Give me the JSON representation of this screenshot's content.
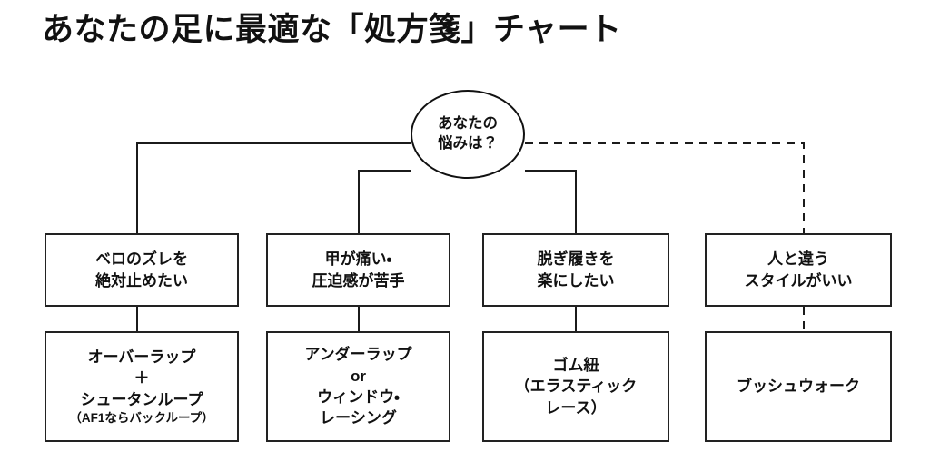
{
  "title": "あなたの足に最適な「処方箋」チャート",
  "theme": {
    "background": "#ffffff",
    "line_color": "#222222",
    "text_color": "#111111"
  },
  "chart_data": {
    "type": "diagram",
    "diagram_type": "decision-flowchart",
    "title": "あなたの足に最適な「処方箋」チャート",
    "orientation": "top-down",
    "root": {
      "shape": "circle",
      "lines": [
        "あなたの",
        "悩みは？"
      ]
    },
    "branches": [
      {
        "id": "branch-1",
        "connector_style": "solid",
        "problem": {
          "lines": [
            "ベロのズレを",
            "絶対止めたい"
          ]
        },
        "solution": {
          "lines": [
            "オーバーラップ",
            "＋",
            "シュータンループ"
          ],
          "note": "（AF1ならバックループ）"
        }
      },
      {
        "id": "branch-2",
        "connector_style": "solid",
        "problem": {
          "lines": [
            "甲が痛い・",
            "圧迫感が苦手"
          ]
        },
        "solution": {
          "lines": [
            "アンダーラップ",
            "or",
            "ウィンドウ・",
            "レーシング"
          ],
          "note": ""
        }
      },
      {
        "id": "branch-3",
        "connector_style": "solid",
        "problem": {
          "lines": [
            "脱ぎ履きを",
            "楽にしたい"
          ]
        },
        "solution": {
          "lines": [
            "ゴム紐",
            "（エラスティック",
            "レース）"
          ],
          "note": ""
        }
      },
      {
        "id": "branch-4",
        "connector_style": "dashed",
        "problem": {
          "lines": [
            "人と違う",
            "スタイルがいい"
          ]
        },
        "solution": {
          "lines": [
            "ブッシュウォーク"
          ],
          "note": ""
        }
      }
    ]
  }
}
